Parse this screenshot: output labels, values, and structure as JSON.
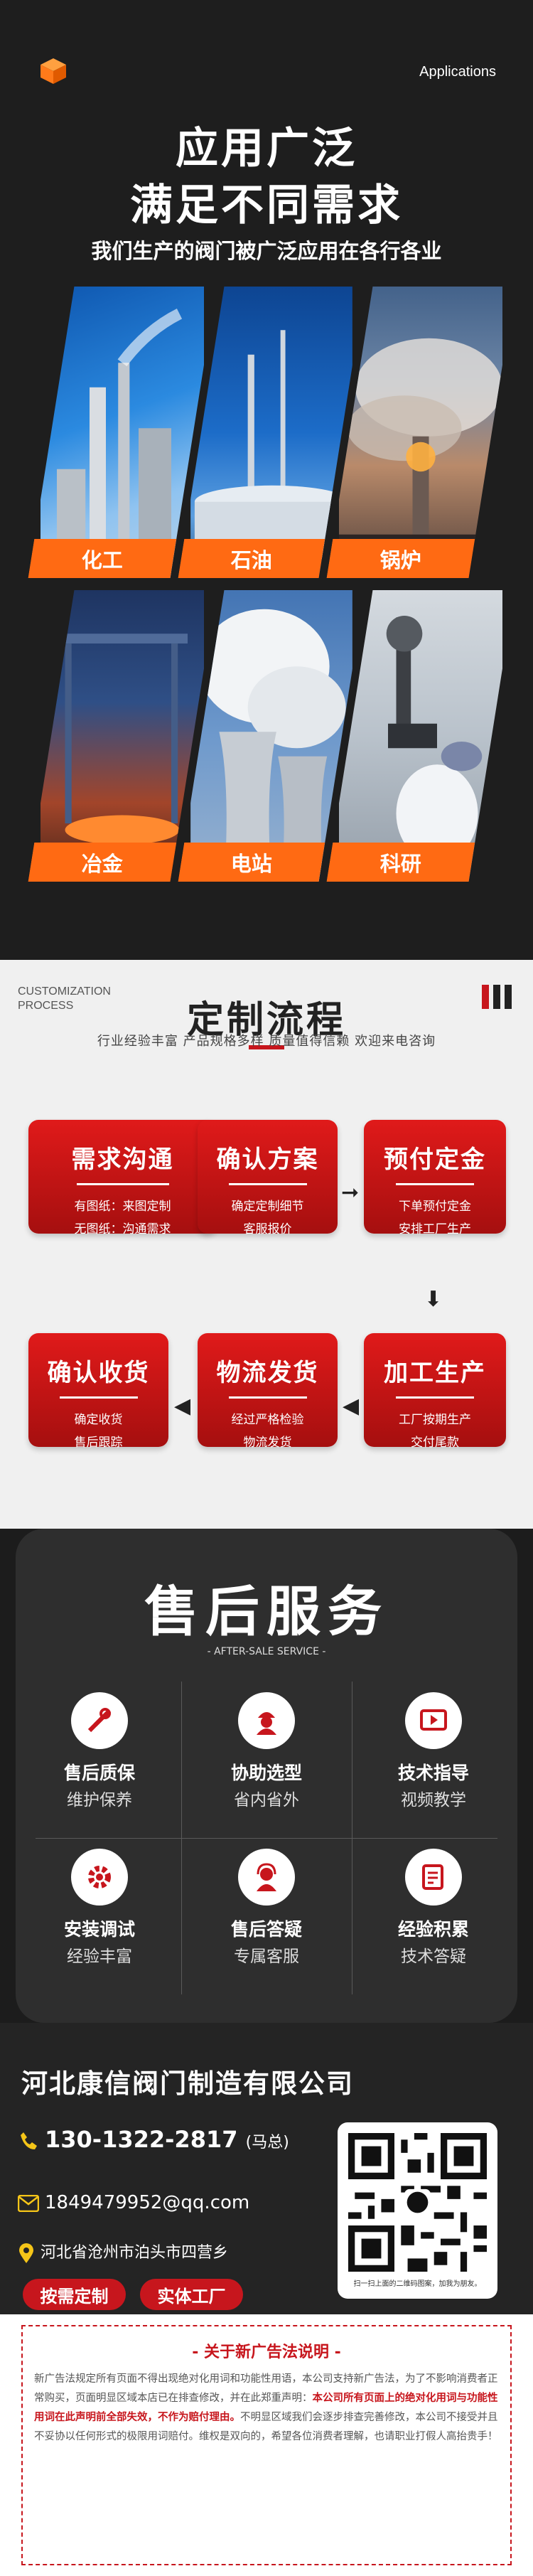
{
  "header": {
    "applications_label": "Applications"
  },
  "hero": {
    "title_line1": "应用广泛",
    "title_line2": "满足不同需求",
    "subtitle": "我们生产的阀门被广泛应用在各行各业"
  },
  "industries": [
    {
      "label": "化工"
    },
    {
      "label": "石油"
    },
    {
      "label": "锅炉"
    },
    {
      "label": "冶金"
    },
    {
      "label": "电站"
    },
    {
      "label": "科研"
    }
  ],
  "process": {
    "en_line1": "CUSTOMIZATION",
    "en_line2": "PROCESS",
    "title": "定制流程",
    "tags": "行业经验丰富  产品规格多样  质量值得信赖  欢迎来电咨询",
    "steps": [
      {
        "title": "需求沟通",
        "line1": "有图纸：来图定制",
        "line2": "无图纸：沟通需求"
      },
      {
        "title": "确认方案",
        "line1": "确定定制细节",
        "line2": "客服报价"
      },
      {
        "title": "预付定金",
        "line1": "下单预付定金",
        "line2": "安排工厂生产"
      },
      {
        "title": "加工生产",
        "line1": "工厂按期生产",
        "line2": "交付尾款"
      },
      {
        "title": "物流发货",
        "line1": "经过严格检验",
        "line2": "物流发货"
      },
      {
        "title": "确认收货",
        "line1": "确定收货",
        "line2": "售后跟踪"
      }
    ]
  },
  "service": {
    "title": "售后服务",
    "subtitle": "- AFTER-SALE SERVICE -",
    "items": [
      {
        "title": "售后质保",
        "desc": "维护保养",
        "icon": "tools-icon"
      },
      {
        "title": "协助选型",
        "desc": "省内省外",
        "icon": "engineer-icon"
      },
      {
        "title": "技术指导",
        "desc": "视频教学",
        "icon": "video-icon"
      },
      {
        "title": "安装调试",
        "desc": "经验丰富",
        "icon": "gear-icon"
      },
      {
        "title": "售后答疑",
        "desc": "专属客服",
        "icon": "agent-icon"
      },
      {
        "title": "经验积累",
        "desc": "技术答疑",
        "icon": "note-icon"
      }
    ]
  },
  "contact": {
    "company": "河北康信阀门制造有限公司",
    "phone": "130-1322-2817",
    "phone_name": "(马总)",
    "email": "1849479952@qq.com",
    "address": "河北省沧州市泊头市四营乡",
    "tag1": "按需定制",
    "tag2": "实体工厂",
    "qr_caption": "扫一扫上面的二维码图案，加我为朋友。"
  },
  "notice": {
    "title": "- 关于新广告法说明 -",
    "p1": "新广告法规定所有页面不得出现绝对化用词和功能性用语，本公司支持新广告法，为了不影响消费者正常购买，页面明显区域本店已在排查修改，并在此郑重声明：",
    "p2_highlight": "本公司所有页面上的绝对化用词与功能性用词在此声明前全部失效，不作为赔付理由。",
    "p3": "不明显区域我们会逐步排查完善修改，本公司不接受并且不妥协以任何形式的极限用词赔付。维权是双向的，希望各位消费者理解，也请职业打假人高抬贵手！"
  },
  "colors": {
    "accent": "#ff6a13",
    "red": "#c7161d"
  }
}
